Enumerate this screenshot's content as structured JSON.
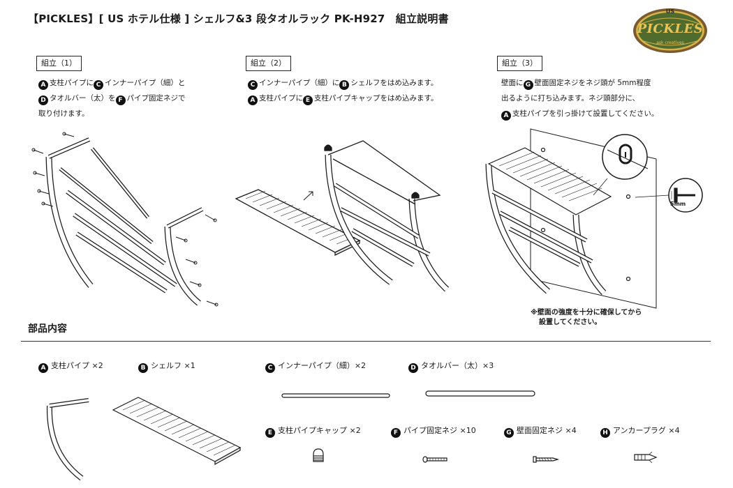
{
  "title": "【PICKLES】[ US ホテル仕様 ] シェルフ&3 段タオルラック PK-H927　組立説明書",
  "logo": {
    "top": "US",
    "name": "PICKLES",
    "sub": "ask creatives"
  },
  "steps": [
    {
      "label": "組立（1）",
      "lines": [
        [
          {
            "b": "A"
          },
          {
            "t": "支柱パイプに"
          },
          {
            "b": "C"
          },
          {
            "t": "インナーパイプ（細）と"
          }
        ],
        [
          {
            "b": "D"
          },
          {
            "t": "タオルバー（太）を"
          },
          {
            "b": "F"
          },
          {
            "t": "パイプ固定ネジで"
          }
        ],
        [
          {
            "t": "取り付けます。"
          }
        ]
      ]
    },
    {
      "label": "組立（2）",
      "lines": [
        [
          {
            "b": "C"
          },
          {
            "t": "インナーパイプ（細）に"
          },
          {
            "b": "B"
          },
          {
            "t": "シェルフをはめ込みます。"
          }
        ],
        [
          {
            "b": "A"
          },
          {
            "t": "支柱パイプに"
          },
          {
            "b": "E"
          },
          {
            "t": "支柱パイプキャップをはめ込みます。"
          }
        ]
      ]
    },
    {
      "label": "組立（3）",
      "lines": [
        [
          {
            "t": "壁面に"
          },
          {
            "b": "G"
          },
          {
            "t": "壁面固定ネジをネジ頭が 5mm程度"
          }
        ],
        [
          {
            "t": "出るように打ち込みます。ネジ頭部分に、"
          }
        ],
        [
          {
            "b": "A"
          },
          {
            "t": "支柱パイプを引っ掛けて設置してください。"
          }
        ]
      ]
    }
  ],
  "note": {
    "line1": "※壁面の強度を十分に確保してから",
    "line2": "設置してください。"
  },
  "dimension_label": "5mm",
  "section_title": "部品内容",
  "parts": [
    {
      "badge": "A",
      "label": "支柱パイプ ×2"
    },
    {
      "badge": "B",
      "label": "シェルフ ×1"
    },
    {
      "badge": "C",
      "label": "インナーパイプ（細）×2"
    },
    {
      "badge": "D",
      "label": "タオルバー（太）×3"
    },
    {
      "badge": "E",
      "label": "支柱パイプキャップ ×2"
    },
    {
      "badge": "F",
      "label": "パイプ固定ネジ ×10"
    },
    {
      "badge": "G",
      "label": "壁面固定ネジ ×4"
    },
    {
      "badge": "H",
      "label": "アンカープラグ ×4"
    }
  ],
  "colors": {
    "ink": "#1a1a1a",
    "logo_green": "#4f6b2e",
    "logo_gold": "#d6b24a",
    "logo_border": "#7a5a2e"
  }
}
